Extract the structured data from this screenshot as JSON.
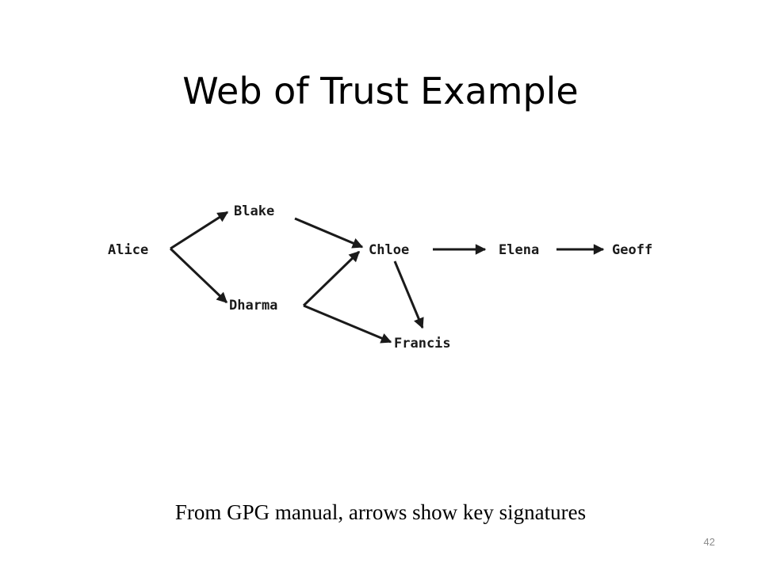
{
  "slide": {
    "title": "Web of Trust Example",
    "caption": "From GPG manual, arrows show key signatures",
    "slide_number": "42"
  },
  "diagram": {
    "nodes": [
      {
        "id": "alice",
        "label": "Alice"
      },
      {
        "id": "blake",
        "label": "Blake"
      },
      {
        "id": "dharma",
        "label": "Dharma"
      },
      {
        "id": "chloe",
        "label": "Chloe"
      },
      {
        "id": "elena",
        "label": "Elena"
      },
      {
        "id": "geoff",
        "label": "Geoff"
      },
      {
        "id": "francis",
        "label": "Francis"
      }
    ],
    "edges": [
      {
        "from": "alice",
        "to": "blake"
      },
      {
        "from": "alice",
        "to": "dharma"
      },
      {
        "from": "blake",
        "to": "chloe"
      },
      {
        "from": "dharma",
        "to": "chloe"
      },
      {
        "from": "dharma",
        "to": "francis"
      },
      {
        "from": "chloe",
        "to": "francis"
      },
      {
        "from": "chloe",
        "to": "elena"
      },
      {
        "from": "elena",
        "to": "geoff"
      }
    ]
  }
}
